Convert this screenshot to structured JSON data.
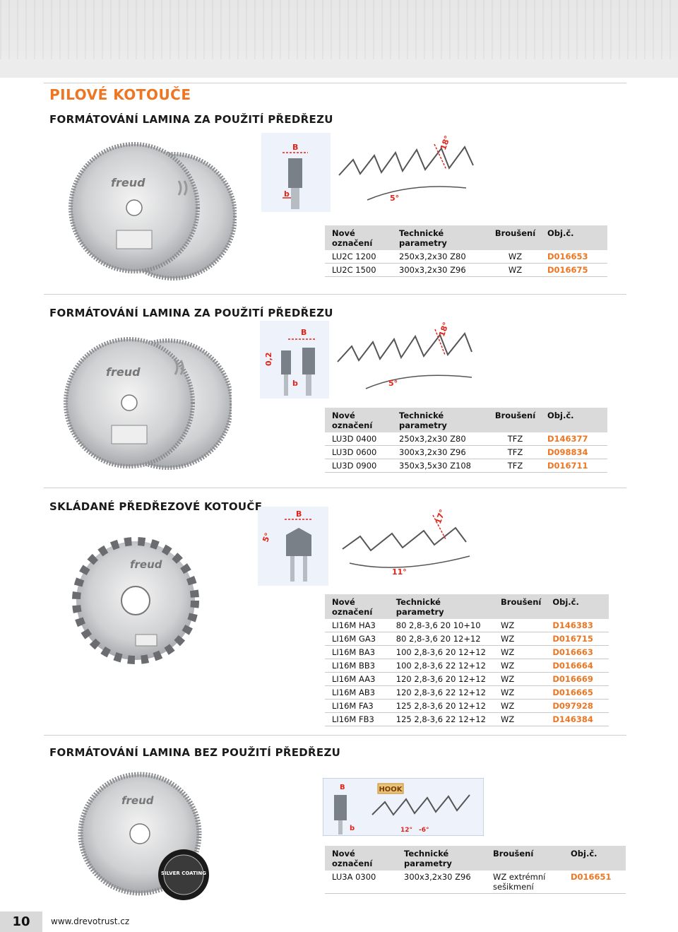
{
  "page_title": "PILOVÉ KOTOUČE",
  "colors": {
    "accent": "#ee7623",
    "header_bg": "#dadada",
    "diagram_red": "#e2231a"
  },
  "sections": [
    {
      "title": "FORMÁTOVÁNÍ LAMINA ZA POUŽITÍ PŘEDŘEZU",
      "headers": [
        "Nové\noznačení",
        "Technické\nparametry",
        "Broušení",
        "Obj.č."
      ],
      "rows": [
        [
          "LU2C 1200",
          "250x3,2x30 Z80",
          "WZ",
          "D016653"
        ],
        [
          "LU2C 1500",
          "300x3,2x30 Z96",
          "WZ",
          "D016675"
        ]
      ],
      "diagram_labels": [
        "B",
        "b",
        "18°",
        "5°"
      ]
    },
    {
      "title": "FORMÁTOVÁNÍ LAMINA ZA POUŽITÍ PŘEDŘEZU",
      "headers": [
        "Nové\noznačení",
        "Technické\nparametry",
        "Broušení",
        "Obj.č."
      ],
      "rows": [
        [
          "LU3D 0400",
          "250x3,2x30 Z80",
          "TFZ",
          "D146377"
        ],
        [
          "LU3D 0600",
          "300x3,2x30 Z96",
          "TFZ",
          "D098834"
        ],
        [
          "LU3D 0900",
          "350x3,5x30 Z108",
          "TFZ",
          "D016711"
        ]
      ],
      "diagram_labels": [
        "B",
        "b",
        "0,2",
        "18°",
        "5°"
      ]
    },
    {
      "title": "SKLÁDANÉ PŘEDŘEZOVÉ KOTOUČE",
      "headers": [
        "Nové\noznačení",
        "Technické\nparametry",
        "Broušení",
        "Obj.č."
      ],
      "rows": [
        [
          "LI16M HA3",
          "80 2,8-3,6 20 10+10",
          "WZ",
          "D146383"
        ],
        [
          "LI16M GA3",
          "80 2,8-3,6 20 12+12",
          "WZ",
          "D016715"
        ],
        [
          "LI16M BA3",
          "100 2,8-3,6 20 12+12",
          "WZ",
          "D016663"
        ],
        [
          "LI16M BB3",
          "100 2,8-3,6 22 12+12",
          "WZ",
          "D016664"
        ],
        [
          "LI16M AA3",
          "120 2,8-3,6 20 12+12",
          "WZ",
          "D016669"
        ],
        [
          "LI16M AB3",
          "120 2,8-3,6 22 12+12",
          "WZ",
          "D016665"
        ],
        [
          "LI16M FA3",
          "125 2,8-3,6 20 12+12",
          "WZ",
          "D097928"
        ],
        [
          "LI16M FB3",
          "125 2,8-3,6 22 12+12",
          "WZ",
          "D146384"
        ]
      ],
      "diagram_labels": [
        "B",
        "5°",
        "17°",
        "11°"
      ]
    },
    {
      "title": "FORMÁTOVÁNÍ LAMINA BEZ POUŽITÍ PŘEDŘEZU",
      "headers": [
        "Nové\noznačení",
        "Technické\nparametry",
        "Broušení",
        "Obj.č."
      ],
      "rows": [
        [
          "LU3A 0300",
          "300x3,2x30 Z96",
          "WZ extrémní\nsešikmení",
          "D016651"
        ]
      ],
      "diagram_labels": [
        "B",
        "HOOK",
        "b",
        "-6°",
        "12°"
      ],
      "badge_text": "SILVER COATING"
    }
  ],
  "blade_logo": "freud",
  "footer": {
    "page_number": "10",
    "url": "www.drevotrust.cz"
  }
}
